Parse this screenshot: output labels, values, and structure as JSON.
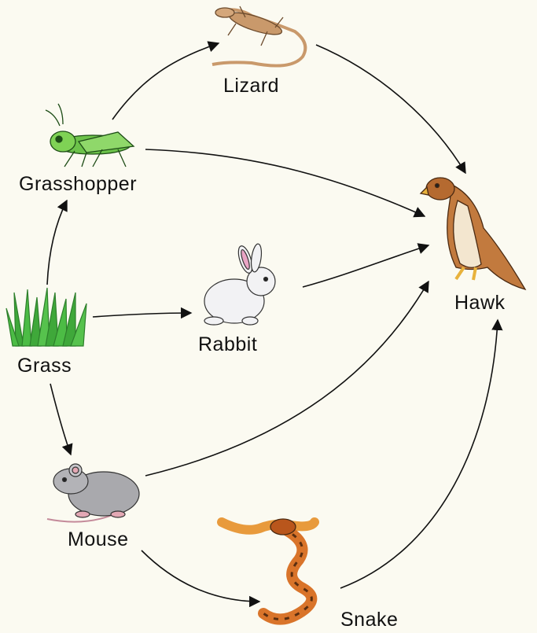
{
  "organisms": {
    "grass": {
      "label": "Grass"
    },
    "grasshopper": {
      "label": "Grasshopper"
    },
    "lizard": {
      "label": "Lizard"
    },
    "rabbit": {
      "label": "Rabbit"
    },
    "mouse": {
      "label": "Mouse"
    },
    "snake": {
      "label": "Snake"
    },
    "hawk": {
      "label": "Hawk"
    }
  },
  "links": [
    {
      "from": "grass",
      "to": "grasshopper"
    },
    {
      "from": "grass",
      "to": "rabbit"
    },
    {
      "from": "grass",
      "to": "mouse"
    },
    {
      "from": "grasshopper",
      "to": "lizard"
    },
    {
      "from": "grasshopper",
      "to": "hawk"
    },
    {
      "from": "lizard",
      "to": "hawk"
    },
    {
      "from": "rabbit",
      "to": "hawk"
    },
    {
      "from": "mouse",
      "to": "hawk"
    },
    {
      "from": "mouse",
      "to": "snake"
    },
    {
      "from": "snake",
      "to": "hawk"
    }
  ],
  "colors": {
    "background": "#fbfaf1",
    "arrow": "#111111",
    "grass": "#3fa83a",
    "grasshopper": "#6cc24a",
    "lizard": "#c9996b",
    "rabbit": "#f2f2f4",
    "mouse": "#a9a9ad",
    "snake": "#d9742a",
    "hawk": "#c27a3e"
  }
}
